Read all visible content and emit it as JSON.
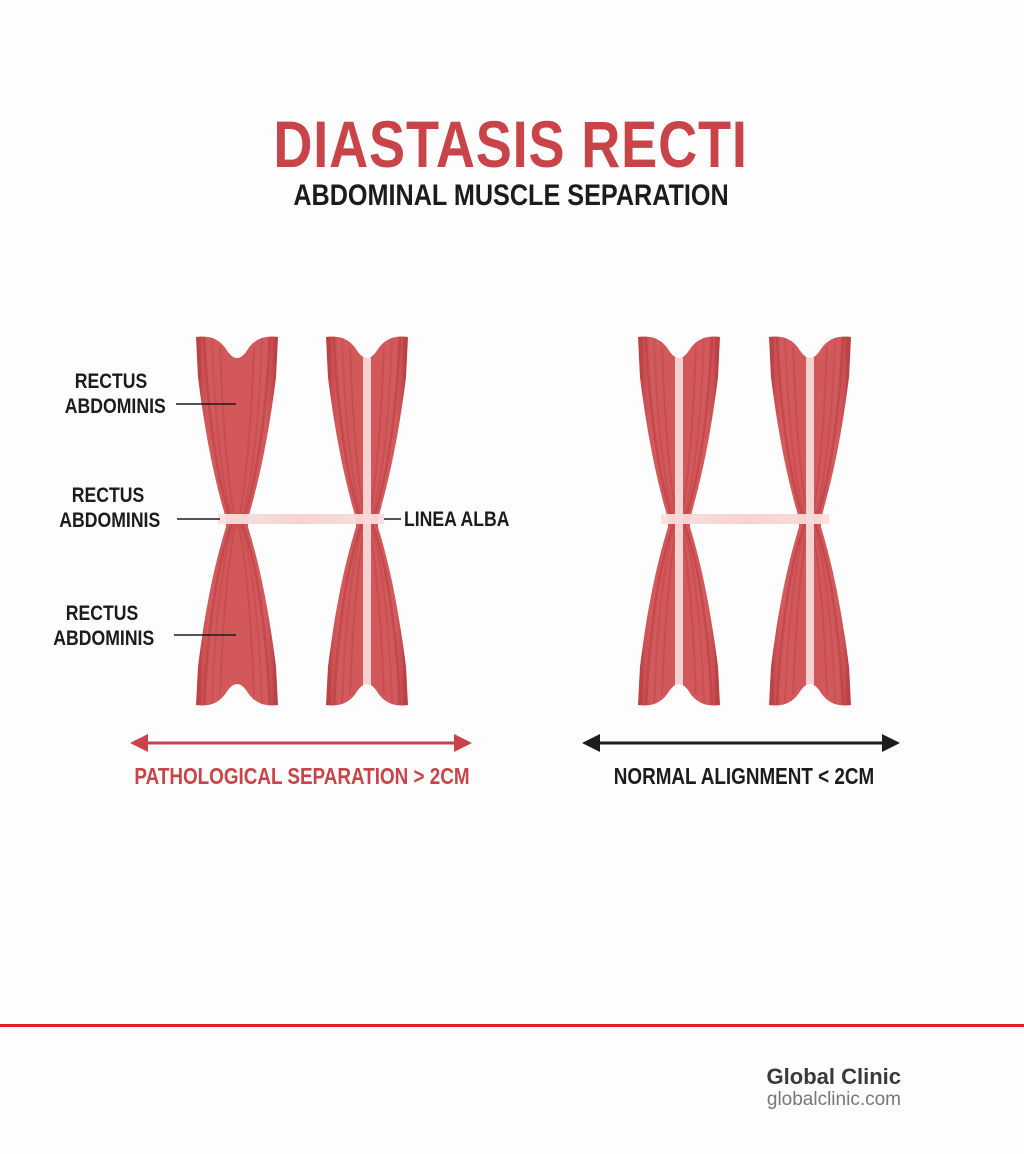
{
  "header": {
    "title": "DIASTASIS RECTI",
    "subtitle": "ABDOMINAL MUSCLE SEPARATION"
  },
  "colors": {
    "title_red": "#c94448",
    "muscle_red": "#d05457",
    "muscle_dark": "#b83f43",
    "linea_alba": "#f6d3d2",
    "text_dark": "#1c1c1c",
    "footer_rule": "#e31b23",
    "brand_name": "#3a3a3a",
    "brand_url": "#777777"
  },
  "left_panel": {
    "labels": {
      "upper": [
        "RECTUS",
        "ABDOMINIS"
      ],
      "middle": [
        "RECTUS",
        "ABDOMINIS"
      ],
      "lower": [
        "RECTUS",
        "ABDOMINIS"
      ],
      "linea_alba": "LINEA ALBA"
    },
    "caption": "PATHOLOGICAL SEPARATION > 2CM"
  },
  "right_panel": {
    "caption": "NORMAL ALIGNMENT < 2CM"
  },
  "footer": {
    "brand_name": "Global Clinic",
    "brand_url": "globalclinic.com"
  }
}
